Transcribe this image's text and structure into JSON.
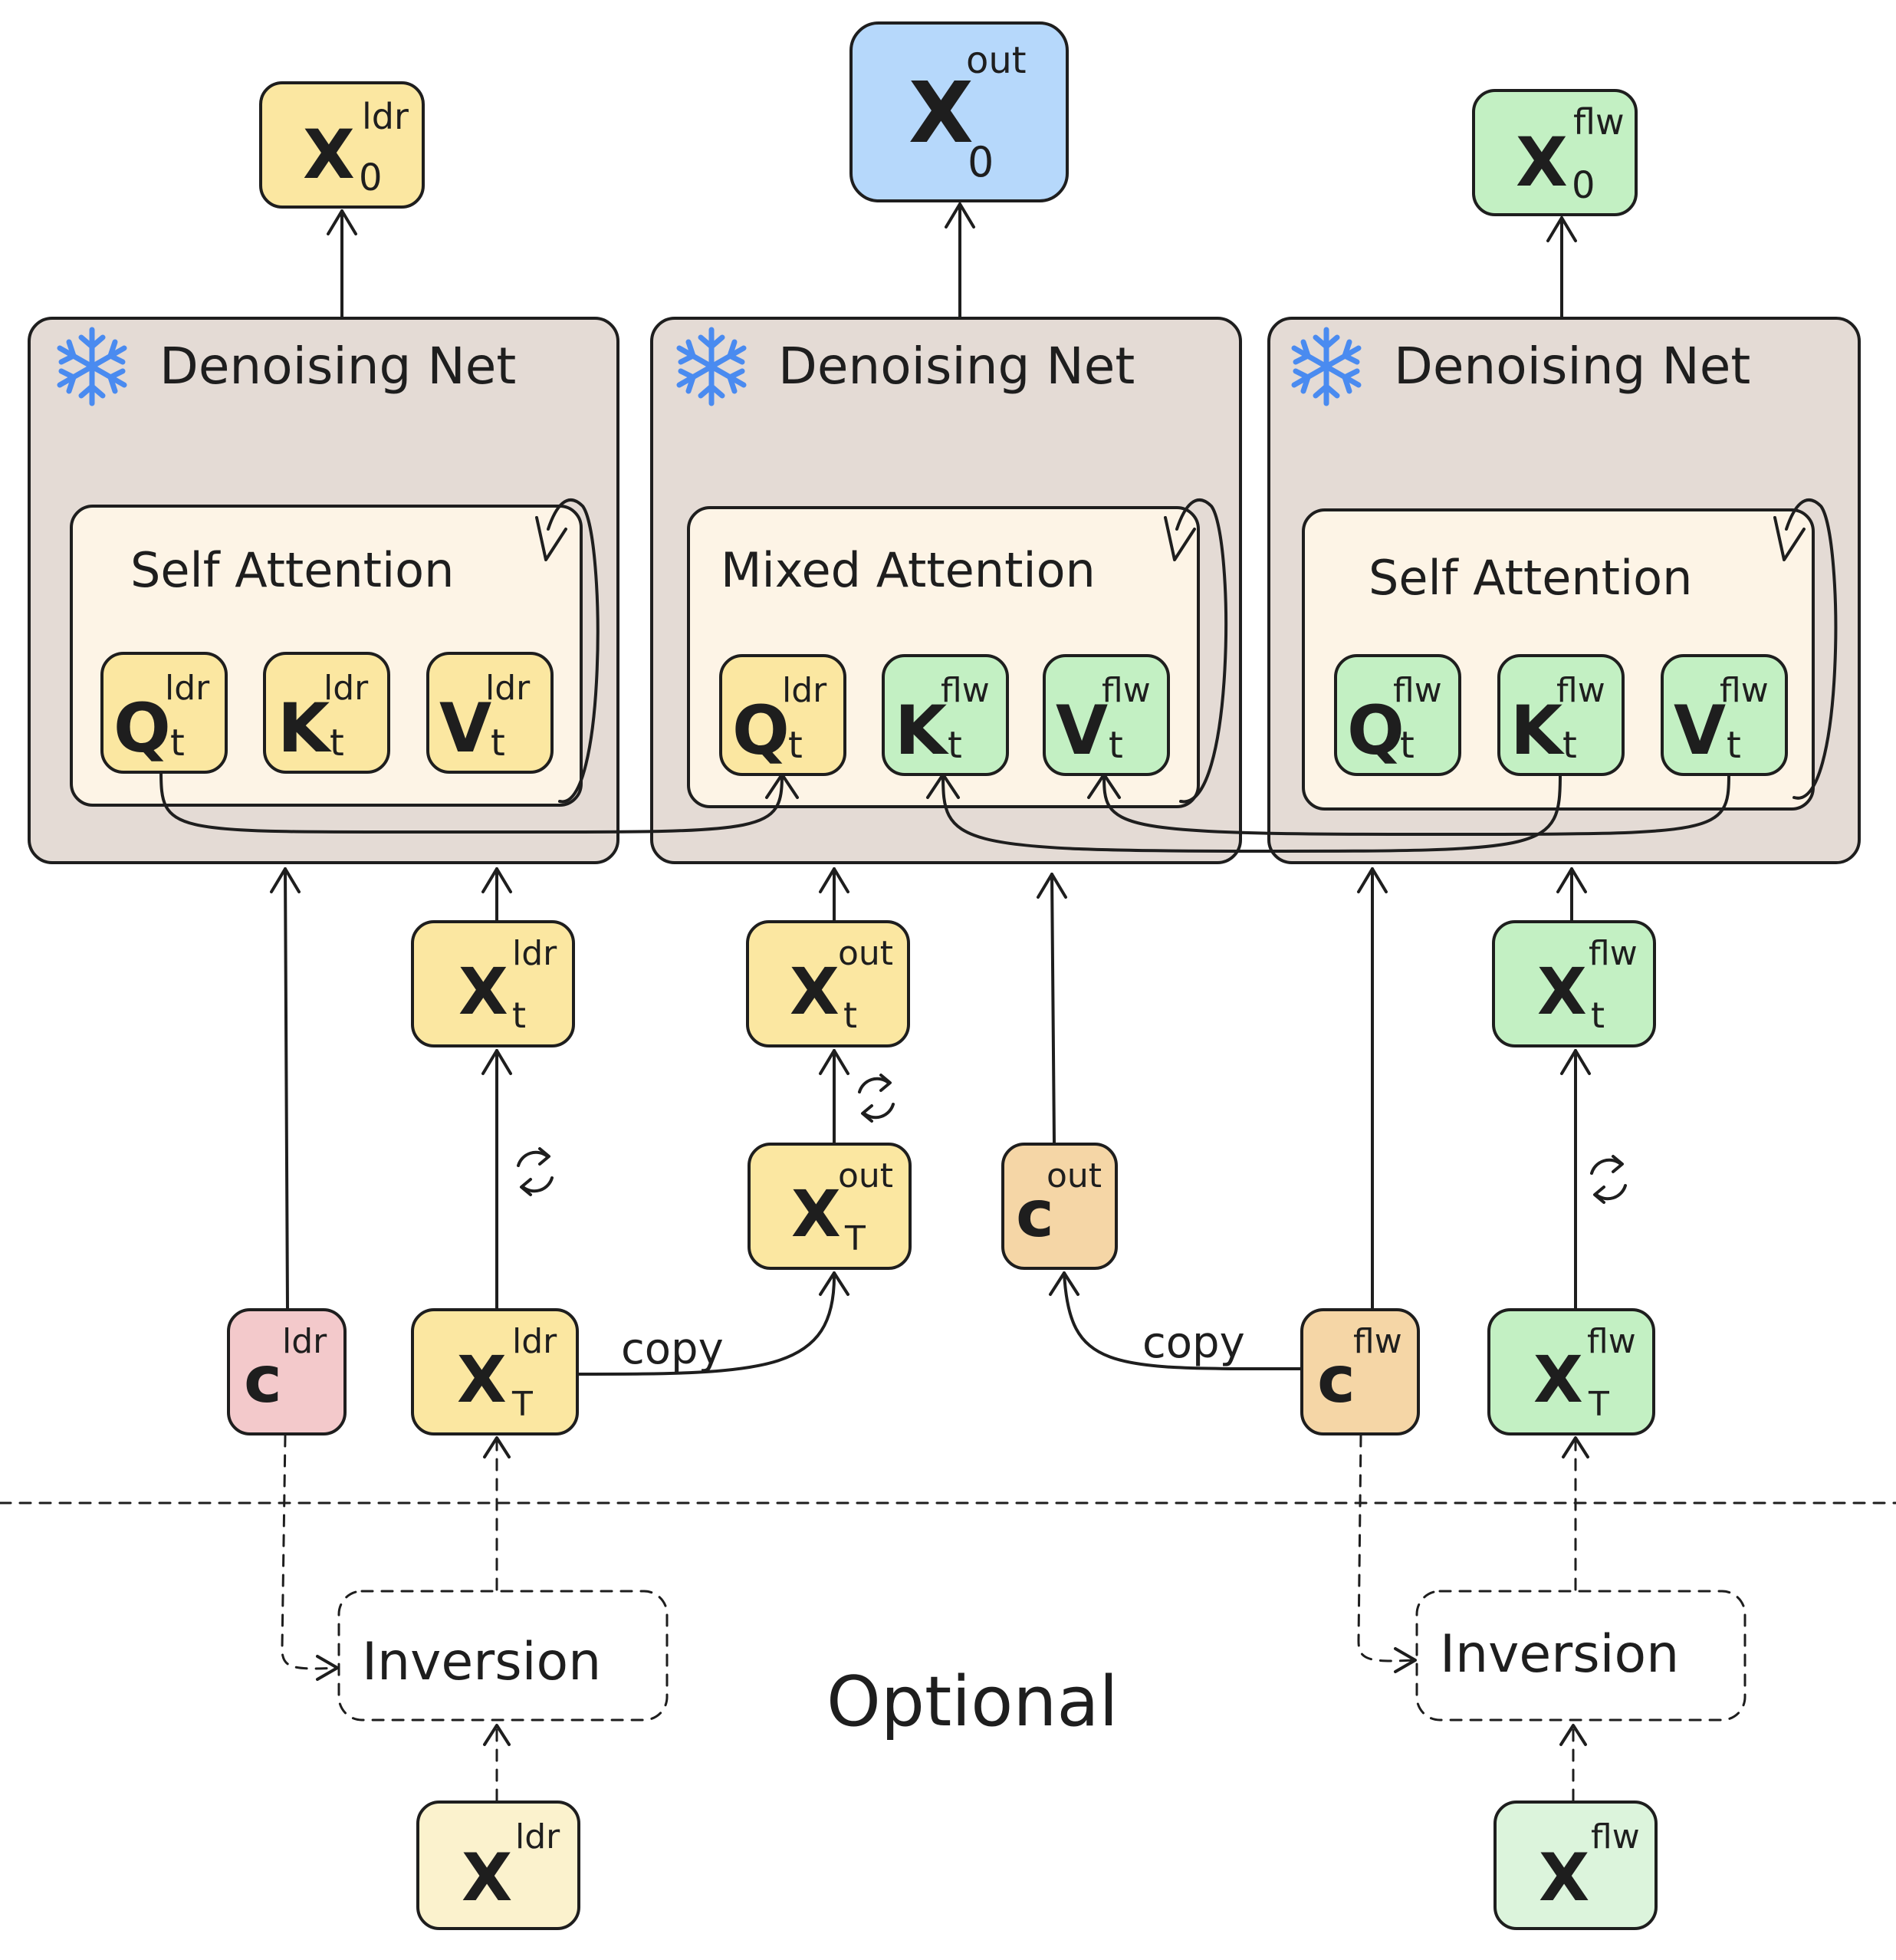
{
  "colors": {
    "ldr": "#fbe7a1",
    "flw": "#c3f0c3",
    "out_result": "#b6d8fb",
    "cond_ldr": "#f3c9cb",
    "cond_out": "#f5d6a6",
    "net_bg": "#e4dbd5",
    "attn_bg": "#fdf4e6",
    "snowflake": "#4a8bf0",
    "outline": "#1e1e1e"
  },
  "nets": [
    {
      "title": "Denoising Net",
      "icon": "snowflake-icon",
      "attention": "Self Attention"
    },
    {
      "title": "Denoising Net",
      "icon": "snowflake-icon",
      "attention": "Mixed Attention"
    },
    {
      "title": "Denoising Net",
      "icon": "snowflake-icon",
      "attention": "Self Attention"
    }
  ],
  "outputs": [
    {
      "base": "X",
      "sup": "ldr",
      "sub": "0"
    },
    {
      "base": "X",
      "sup": "out",
      "sub": "0"
    },
    {
      "base": "X",
      "sup": "flw",
      "sub": "0"
    }
  ],
  "qkv": [
    {
      "base": "Q",
      "sup": "ldr",
      "sub": "t"
    },
    {
      "base": "K",
      "sup": "ldr",
      "sub": "t"
    },
    {
      "base": "V",
      "sup": "ldr",
      "sub": "t"
    },
    {
      "base": "Q",
      "sup": "ldr",
      "sub": "t"
    },
    {
      "base": "K",
      "sup": "flw",
      "sub": "t"
    },
    {
      "base": "V",
      "sup": "flw",
      "sub": "t"
    },
    {
      "base": "Q",
      "sup": "flw",
      "sub": "t"
    },
    {
      "base": "K",
      "sup": "flw",
      "sub": "t"
    },
    {
      "base": "V",
      "sup": "flw",
      "sub": "t"
    }
  ],
  "latents_t": [
    {
      "base": "X",
      "sup": "ldr",
      "sub": "t"
    },
    {
      "base": "X",
      "sup": "out",
      "sub": "t"
    },
    {
      "base": "X",
      "sup": "flw",
      "sub": "t"
    }
  ],
  "out_T": {
    "base": "X",
    "sup": "out",
    "sub": "T"
  },
  "c_out": {
    "base": "c",
    "sup": "out",
    "sub": ""
  },
  "bottom_row": [
    {
      "base": "c",
      "sup": "ldr",
      "sub": ""
    },
    {
      "base": "X",
      "sup": "ldr",
      "sub": "T"
    },
    {
      "base": "c",
      "sup": "flw",
      "sub": ""
    },
    {
      "base": "X",
      "sup": "flw",
      "sub": "T"
    }
  ],
  "copy_labels": [
    "copy",
    "copy"
  ],
  "inversion_labels": [
    "Inversion",
    "Inversion"
  ],
  "optional_label": "Optional",
  "inputs": [
    {
      "base": "X",
      "sup": "ldr",
      "sub": ""
    },
    {
      "base": "X",
      "sup": "flw",
      "sub": ""
    }
  ]
}
